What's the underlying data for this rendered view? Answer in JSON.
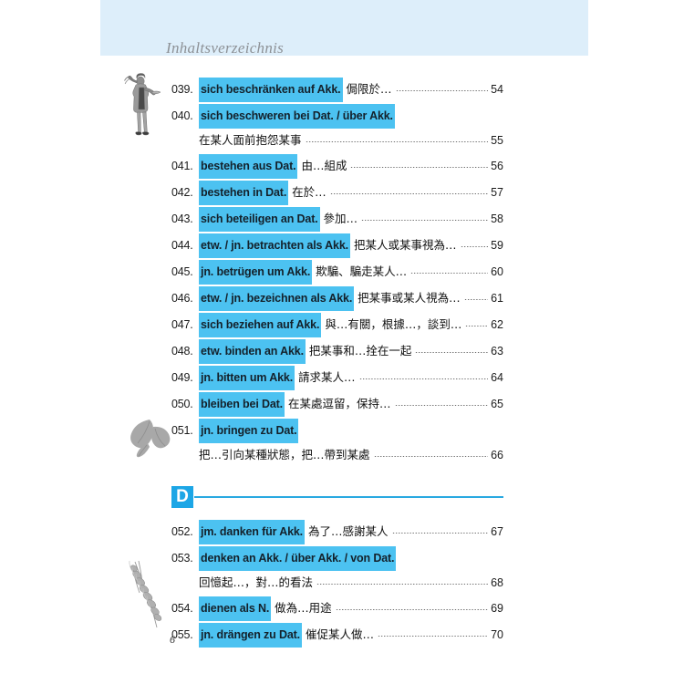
{
  "header": {
    "title": "Inhaltsverzeichnis",
    "banner_color": "#ddeefa"
  },
  "colors": {
    "highlight": "#4cc2f1",
    "section_accent": "#1ca6e6",
    "rule": "#29a9e1",
    "title_text": "#8d9196"
  },
  "footer": {
    "page_number": "6"
  },
  "decorations": [
    {
      "name": "woman-illustration",
      "position": "left-margin-top"
    },
    {
      "name": "leaf-illustration",
      "position": "left-margin-middle"
    },
    {
      "name": "wheat-illustration",
      "position": "left-margin-bottom"
    }
  ],
  "entries": [
    {
      "num": "039.",
      "german": "sich beschränken auf Akk.",
      "chinese": "侷限於…",
      "page": "54",
      "wrapped": false
    },
    {
      "num": "040.",
      "german": "sich beschweren bei Dat. / über Akk.",
      "chinese": "在某人面前抱怨某事",
      "page": "55",
      "wrapped": true
    },
    {
      "num": "041.",
      "german": "bestehen aus Dat.",
      "chinese": "由…組成",
      "page": "56",
      "wrapped": false
    },
    {
      "num": "042.",
      "german": "bestehen in Dat.",
      "chinese": "在於…",
      "page": "57",
      "wrapped": false
    },
    {
      "num": "043.",
      "german": "sich beteiligen an Dat.",
      "chinese": "參加…",
      "page": "58",
      "wrapped": false
    },
    {
      "num": "044.",
      "german": "etw. / jn. betrachten als Akk.",
      "chinese": "把某人或某事視為…",
      "page": "59",
      "wrapped": false
    },
    {
      "num": "045.",
      "german": "jn. betrügen um Akk.",
      "chinese": "欺騙、騙走某人…",
      "page": "60",
      "wrapped": false
    },
    {
      "num": "046.",
      "german": "etw. / jn. bezeichnen als Akk.",
      "chinese": "把某事或某人視為…",
      "page": "61",
      "wrapped": false
    },
    {
      "num": "047.",
      "german": "sich beziehen auf Akk.",
      "chinese": "與…有關，根據…，談到…",
      "page": "62",
      "wrapped": false
    },
    {
      "num": "048.",
      "german": "etw. binden an Akk.",
      "chinese": "把某事和…拴在一起",
      "page": "63",
      "wrapped": false
    },
    {
      "num": "049.",
      "german": "jn. bitten um Akk.",
      "chinese": "請求某人…",
      "page": "64",
      "wrapped": false
    },
    {
      "num": "050.",
      "german": "bleiben bei Dat.",
      "chinese": "在某處逗留，保持…",
      "page": "65",
      "wrapped": false
    },
    {
      "num": "051.",
      "german": "jn. bringen zu Dat.",
      "chinese": "把…引向某種狀態，把…帶到某處",
      "page": "66",
      "wrapped": true
    }
  ],
  "section": {
    "letter": "D"
  },
  "entries_d": [
    {
      "num": "052.",
      "german": "jm. danken für Akk.",
      "chinese": "為了…感謝某人",
      "page": "67",
      "wrapped": false
    },
    {
      "num": "053.",
      "german": "denken an Akk. / über Akk. / von Dat.",
      "chinese": "回憶起…，對…的看法",
      "page": "68",
      "wrapped": true
    },
    {
      "num": "054.",
      "german": "dienen als N.",
      "chinese": "做為…用途",
      "page": "69",
      "wrapped": false
    },
    {
      "num": "055.",
      "german": "jn. drängen zu Dat.",
      "chinese": "催促某人做…",
      "page": "70",
      "wrapped": false
    }
  ]
}
